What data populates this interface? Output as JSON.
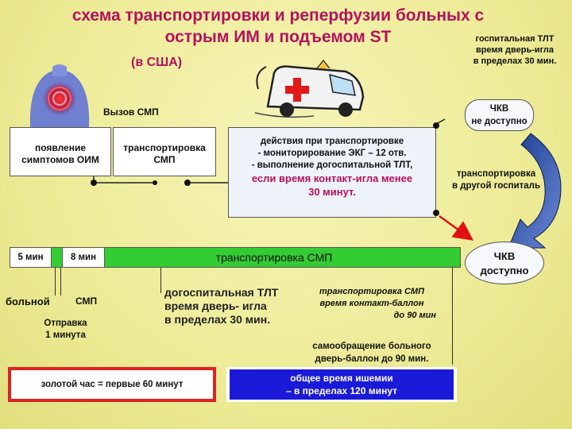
{
  "title_line1": "схема транспортировки и реперфузии больных с",
  "title_line2": "острым ИМ и подъемом ST",
  "subtitle": "(в США)",
  "hospital_tlt": [
    "госпитальная ТЛТ",
    "время дверь-игла",
    "в пределах 30 мин."
  ],
  "ems_call": "Вызов СМП",
  "pci_unavailable": [
    "ЧКВ",
    "не доступно"
  ],
  "symptom_onset": [
    "появление",
    "симптомов ОИМ"
  ],
  "ems_transport": [
    "транспортировка",
    "СМП"
  ],
  "prehospital_actions": {
    "line1": "действия при транспортировке",
    "line2": "- мониторирование ЭКГ – 12 отв.",
    "line3": "- выполнение догоспитальной ТЛТ,",
    "line4": "если время контакт-игла менее",
    "line5": "30 минут."
  },
  "transfer": [
    "транспортировка",
    "в другой госпиталь"
  ],
  "timeline": {
    "first": "5 мин",
    "second": "8 мин",
    "bar_label": "транспортировка СМП"
  },
  "pci_available": [
    "ЧКВ",
    "доступно"
  ],
  "patient_label": "больной",
  "ems_label": "СМП",
  "dispatch": [
    "Отправка",
    "1 минута"
  ],
  "prehospital_tlt": [
    "догоспитальная ТЛТ",
    "время дверь- игла",
    "в пределах 30 мин."
  ],
  "ems_pci": [
    "транспортировка СМП",
    "время контакт-баллон",
    "до 90 мин"
  ],
  "self_referral": [
    "самообращение больного",
    "дверь-баллон до 90 мин."
  ],
  "golden_hour": "золотой час = первые 60 минут",
  "total_ischemia": [
    "общее время ишемии",
    "– в пределах 120 минут"
  ],
  "colors": {
    "title": "#b3125e",
    "bar": "#33cc33",
    "golden_border": "#dd2222",
    "ischemia_fill": "#1a1ad8"
  }
}
